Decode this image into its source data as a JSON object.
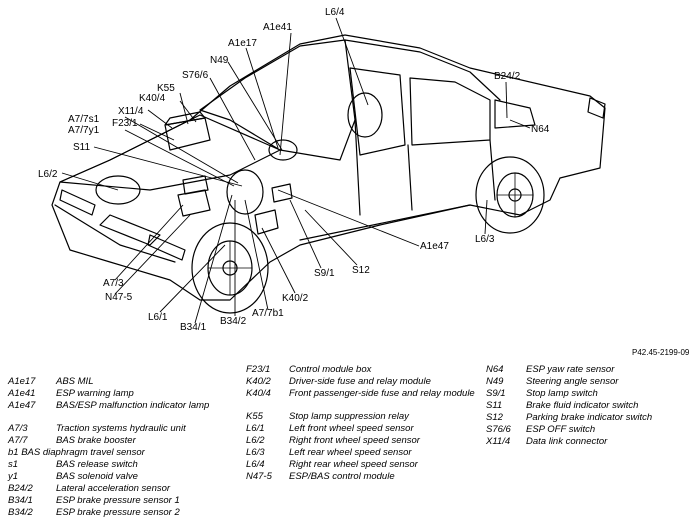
{
  "labels": {
    "A1e41": "A1e41",
    "L6_4": "L6/4",
    "A1e17": "A1e17",
    "N49": "N49",
    "S76_6": "S76/6",
    "K55": "K55",
    "K40_4": "K40/4",
    "X11_4": "X11/4",
    "F23_1": "F23/1",
    "A7_7s1": "A7/7s1",
    "A7_7y1": "A7/7y1",
    "S11": "S11",
    "L6_2": "L6/2",
    "B24_2": "B24/2",
    "N64": "N64",
    "A1e47": "A1e47",
    "L6_3": "L6/3",
    "S12": "S12",
    "S9_1": "S9/1",
    "K40_2": "K40/2",
    "A7_7b1": "A7/7b1",
    "B34_2": "B34/2",
    "B34_1": "B34/1",
    "L6_1": "L6/1",
    "N47_5": "N47-5",
    "A7_3": "A7/3"
  },
  "reference": "P42.45-2199-09",
  "legend": {
    "col1": [
      {
        "code": "A1e17",
        "desc": "ABS MIL"
      },
      {
        "code": "A1e41",
        "desc": "ESP warning lamp"
      },
      {
        "code": "A1e47",
        "desc": "BAS/ESP malfunction indicator lamp"
      },
      {
        "code": "A7/3",
        "desc": "Traction systems hydraulic unit"
      },
      {
        "code": "A7/7",
        "desc": "BAS brake booster"
      },
      {
        "code": "b1 BAS diaphragm travel sensor",
        "desc": ""
      },
      {
        "code": "s1",
        "desc": "BAS release switch"
      },
      {
        "code": "y1",
        "desc": "BAS solenoid valve"
      },
      {
        "code": "B24/2",
        "desc": "Lateral acceleration sensor"
      },
      {
        "code": "B34/1",
        "desc": "ESP brake pressure sensor 1"
      },
      {
        "code": "B34/2",
        "desc": "ESP brake pressure sensor 2"
      }
    ],
    "col2": [
      {
        "code": "F23/1",
        "desc": "Control module box"
      },
      {
        "code": "K40/2",
        "desc": "Driver-side fuse and relay module"
      },
      {
        "code": "K40/4",
        "desc": "Front passenger-side fuse and relay module"
      },
      {
        "code": "K55",
        "desc": "Stop lamp suppression relay"
      },
      {
        "code": "L6/1",
        "desc": "Left front wheel speed sensor"
      },
      {
        "code": "L6/2",
        "desc": "Right front wheel speed sensor"
      },
      {
        "code": "L6/3",
        "desc": "Left rear wheel speed sensor"
      },
      {
        "code": "L6/4",
        "desc": "Right rear wheel speed sensor"
      },
      {
        "code": "N47-5",
        "desc": "ESP/BAS control module"
      }
    ],
    "col3": [
      {
        "code": "N64",
        "desc": "ESP yaw rate sensor"
      },
      {
        "code": "N49",
        "desc": "Steering angle sensor"
      },
      {
        "code": "S9/1",
        "desc": "Stop lamp switch"
      },
      {
        "code": "S11",
        "desc": "Brake fluid indicator switch"
      },
      {
        "code": "S12",
        "desc": "Parking brake indicator switch"
      },
      {
        "code": "S76/6",
        "desc": "ESP OFF switch"
      },
      {
        "code": "X11/4",
        "desc": "Data link connector"
      }
    ]
  }
}
